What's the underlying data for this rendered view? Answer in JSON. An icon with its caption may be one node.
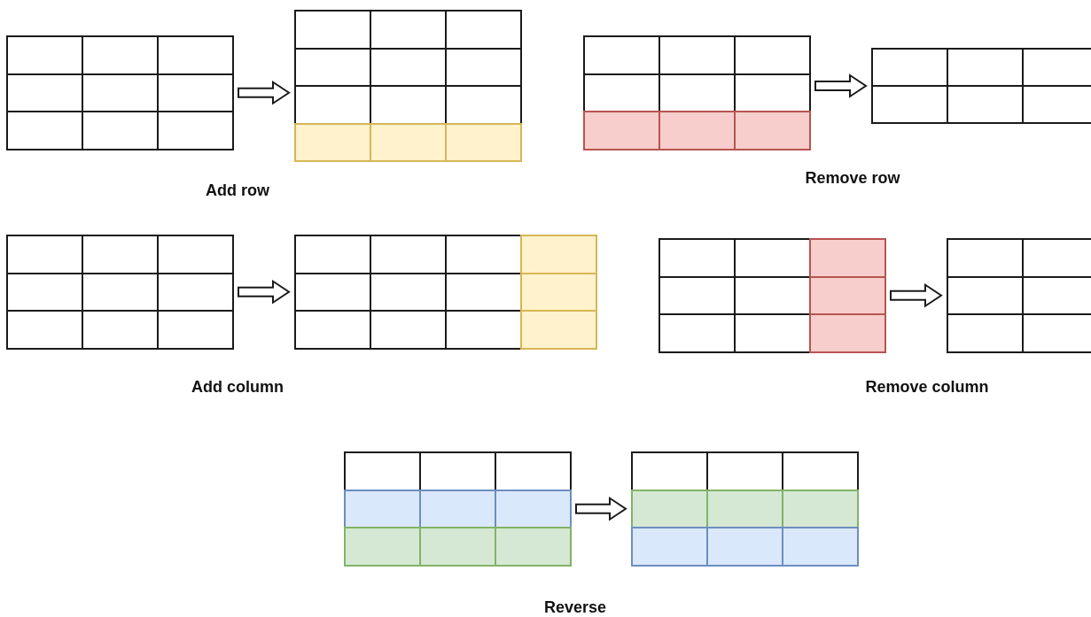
{
  "diagram": {
    "nodes": [
      {
        "text": [],
        "shape": "table"
      },
      {
        "text": [],
        "shape": "table"
      },
      {
        "text": [],
        "shape": "table"
      },
      {
        "text": [],
        "shape": "table"
      },
      {
        "text": [],
        "shape": "table"
      },
      {
        "text": [],
        "shape": "table"
      },
      {
        "text": [],
        "shape": "table"
      },
      {
        "text": [],
        "shape": "table"
      },
      {
        "text": [],
        "shape": "table"
      },
      {
        "text": [],
        "shape": "table"
      }
    ],
    "edges": [
      {
        "from": 0,
        "to": 1,
        "arrow": "to"
      },
      {
        "from": 2,
        "to": 3,
        "arrow": "to"
      },
      {
        "from": 4,
        "to": 5,
        "arrow": "to"
      },
      {
        "from": 6,
        "to": 7,
        "arrow": "to"
      },
      {
        "from": 8,
        "to": 9,
        "arrow": "to"
      }
    ],
    "labels": [
      "Add row",
      "Remove row",
      "Add column",
      "Remove column",
      "Reverse"
    ]
  }
}
